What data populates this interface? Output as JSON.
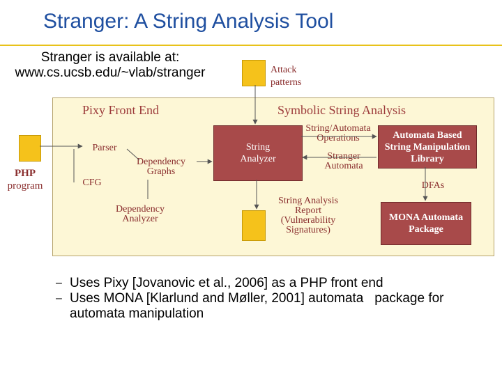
{
  "title": "Stranger: A String Analysis Tool",
  "availability": {
    "line1": "Stranger is available at:",
    "line2": "www.cs.ucsb.edu/~vlab/stranger"
  },
  "attack_patterns": {
    "line1": "Attack",
    "line2": "patterns"
  },
  "pixy_front_end": {
    "header": "Pixy Front End",
    "parser": "Parser",
    "cfg": "CFG",
    "dependency_graphs": {
      "line1": "Dependency",
      "line2": "Graphs"
    },
    "dependency_analyzer": {
      "line1": "Dependency",
      "line2": "Analyzer"
    }
  },
  "php_program": {
    "line1": "PHP",
    "line2": "program"
  },
  "symbolic_string_analysis": {
    "header": "Symbolic String Analysis",
    "string_analyzer": {
      "line1": "String",
      "line2": "Analyzer"
    },
    "string_automata_operations": {
      "line1": "String/Automata",
      "line2": "Operations"
    },
    "stranger_automata": {
      "line1": "Stranger",
      "line2": "Automata"
    },
    "automata_library": {
      "line1": "Automata Based",
      "line2": "String Manipulation",
      "line3": "Library"
    },
    "dfas": "DFAs",
    "mona_package": {
      "line1": "MONA Automata",
      "line2": "Package"
    },
    "report": {
      "line1": "String Analysis",
      "line2": "Report",
      "line3": "(Vulnerability",
      "line4": "Signatures)"
    }
  },
  "bullets": [
    {
      "dash": "–",
      "text": "Uses Pixy [Jovanovic et al., 2006] as a PHP front end"
    },
    {
      "dash": "–",
      "text": "Uses MONA [Klarlund and Møller, 2001] automata   package for",
      "cont": "automata manipulation"
    }
  ],
  "colors": {
    "title": "#1f4fa0",
    "rule": "#e8c21a",
    "panel_bg": "#fdf7d6",
    "box_fill": "#a84a4a",
    "doc_fill": "#f5c21b",
    "label_red": "#8a2e2e"
  }
}
